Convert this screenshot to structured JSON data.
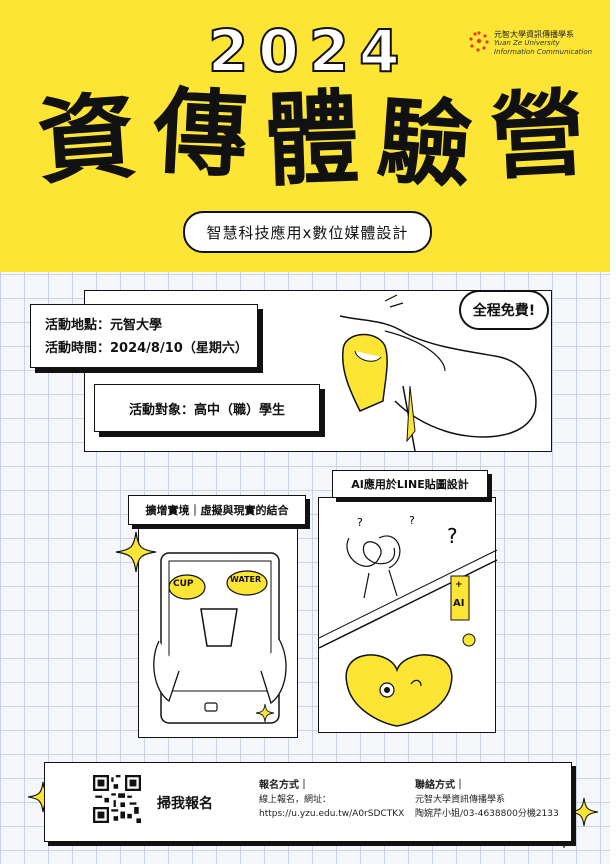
{
  "header": {
    "year": "2024",
    "logo": {
      "zh": "元智大學資訊傳播學系",
      "en1": "Yuan Ze University",
      "en2": "Information Communication"
    },
    "title_chars": [
      "資",
      "傳",
      "體",
      "驗",
      "營"
    ],
    "subtitle": "智慧科技應用x數位媒體設計"
  },
  "info": {
    "location": "活動地點：元智大學",
    "time": "活動時間：2024/8/10（星期六）",
    "audience": "活動對象：高中（職）學生",
    "free_badge": "全程免費!"
  },
  "panels": {
    "left_label": "擴增實境｜虛擬與現實的結合",
    "cup_word": "CUP",
    "water_word": "WATER",
    "right_label": "AI應用於LINE貼圖設計",
    "ai_tag_plus": "+",
    "ai_tag": "AI"
  },
  "footer": {
    "scan": "掃我報名",
    "register_heading": "報名方式｜",
    "register_text": "線上報名，網址：",
    "register_url": "https://u.yzu.edu.tw/A0rSDCTKX",
    "contact_heading": "聯絡方式｜",
    "contact_dept": "元智大學資訊傳播學系",
    "contact_person": "陶婉芹小姐/03-4638800分機2133"
  },
  "colors": {
    "yellow": "#fde535",
    "ink": "#111111",
    "grid": "#c9d3e6"
  }
}
